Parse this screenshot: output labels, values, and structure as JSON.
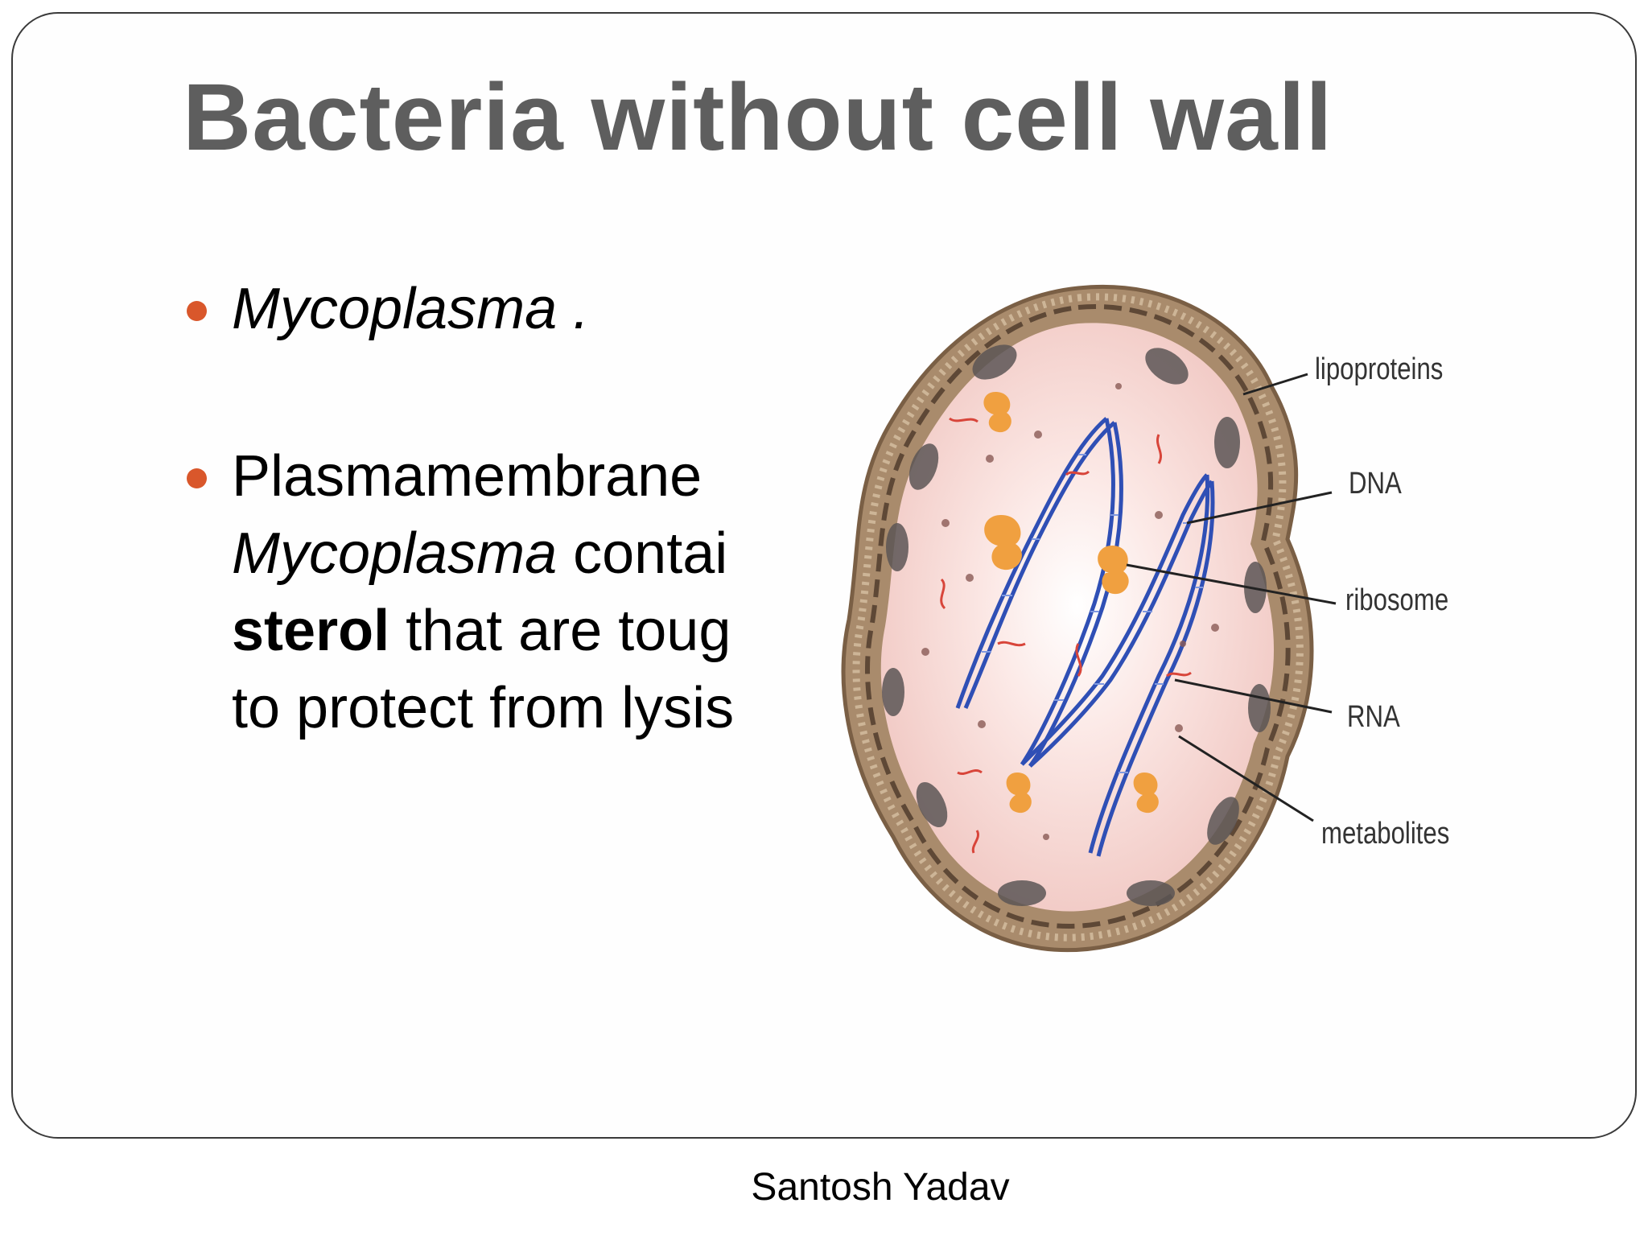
{
  "slide": {
    "title": "Bacteria without cell wall",
    "bullets": {
      "b1": {
        "text": "Mycoplasma ."
      },
      "b2": {
        "l1": "Plasmamembrane",
        "l2_italic": "Mycoplasma",
        "l2_rest": " contai",
        "l3_bold": "sterol",
        "l3_rest": " that are toug",
        "l4": "to protect from lysis"
      }
    },
    "figure": {
      "labels": {
        "lipoproteins": "lipoproteins",
        "dna": "DNA",
        "ribosome": "ribosome",
        "rna": "RNA",
        "metabolites": "metabolites"
      },
      "colors": {
        "membrane": "#a8896b",
        "cytoplasm": "#f6d6d2",
        "dna": "#2f4fb5",
        "ribosome": "#f0a040",
        "rna": "#d8453a",
        "bullet_dot": "#d9572b"
      }
    },
    "footer": "Santosh Yadav"
  }
}
